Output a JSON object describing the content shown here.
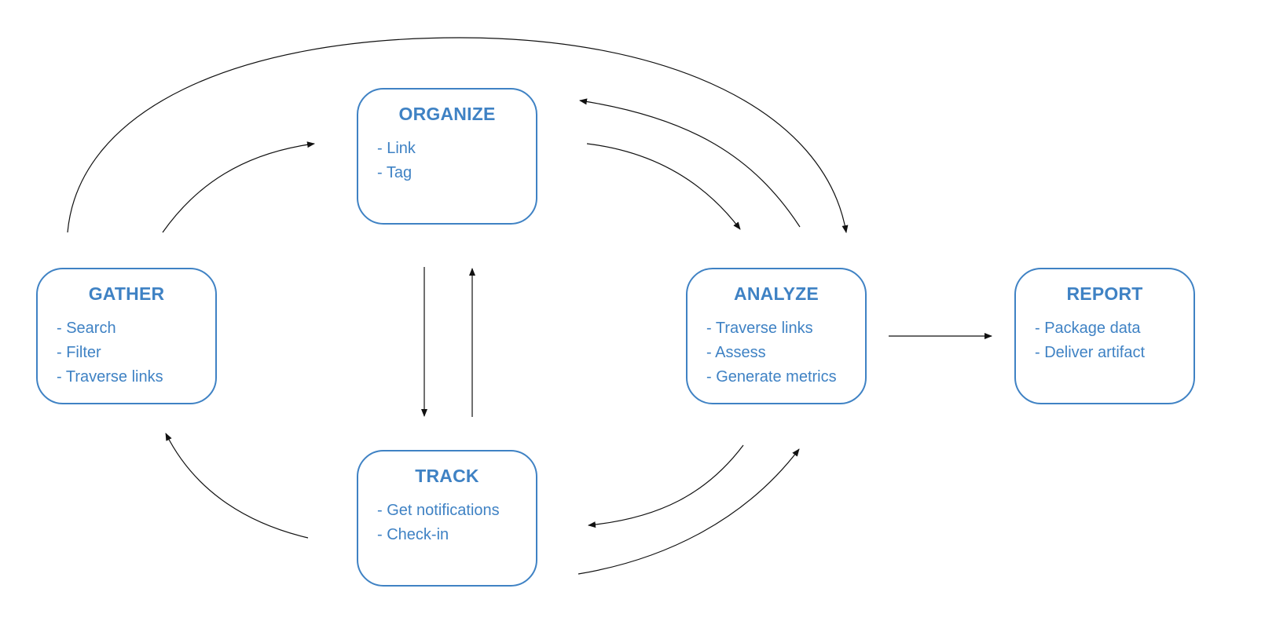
{
  "colors": {
    "box_border": "#3f82c4",
    "box_text": "#3f82c4",
    "arrow": "#111111"
  },
  "stages": {
    "gather": {
      "title": "GATHER",
      "items": [
        "Search",
        "Filter",
        "Traverse links"
      ]
    },
    "organize": {
      "title": "ORGANIZE",
      "items": [
        "Link",
        "Tag"
      ]
    },
    "analyze": {
      "title": "ANALYZE",
      "items": [
        "Traverse links",
        "Assess",
        "Generate metrics"
      ]
    },
    "report": {
      "title": "REPORT",
      "items": [
        "Package data",
        "Deliver artifact"
      ]
    },
    "track": {
      "title": "TRACK",
      "items": [
        "Get notifications",
        "Check-in"
      ]
    }
  },
  "connections": [
    {
      "from": "gather",
      "to": "organize"
    },
    {
      "from": "gather",
      "to": "analyze"
    },
    {
      "from": "organize",
      "to": "analyze"
    },
    {
      "from": "analyze",
      "to": "organize"
    },
    {
      "from": "organize",
      "to": "track"
    },
    {
      "from": "track",
      "to": "organize"
    },
    {
      "from": "analyze",
      "to": "report"
    },
    {
      "from": "analyze",
      "to": "track"
    },
    {
      "from": "track",
      "to": "analyze"
    },
    {
      "from": "track",
      "to": "gather"
    }
  ]
}
